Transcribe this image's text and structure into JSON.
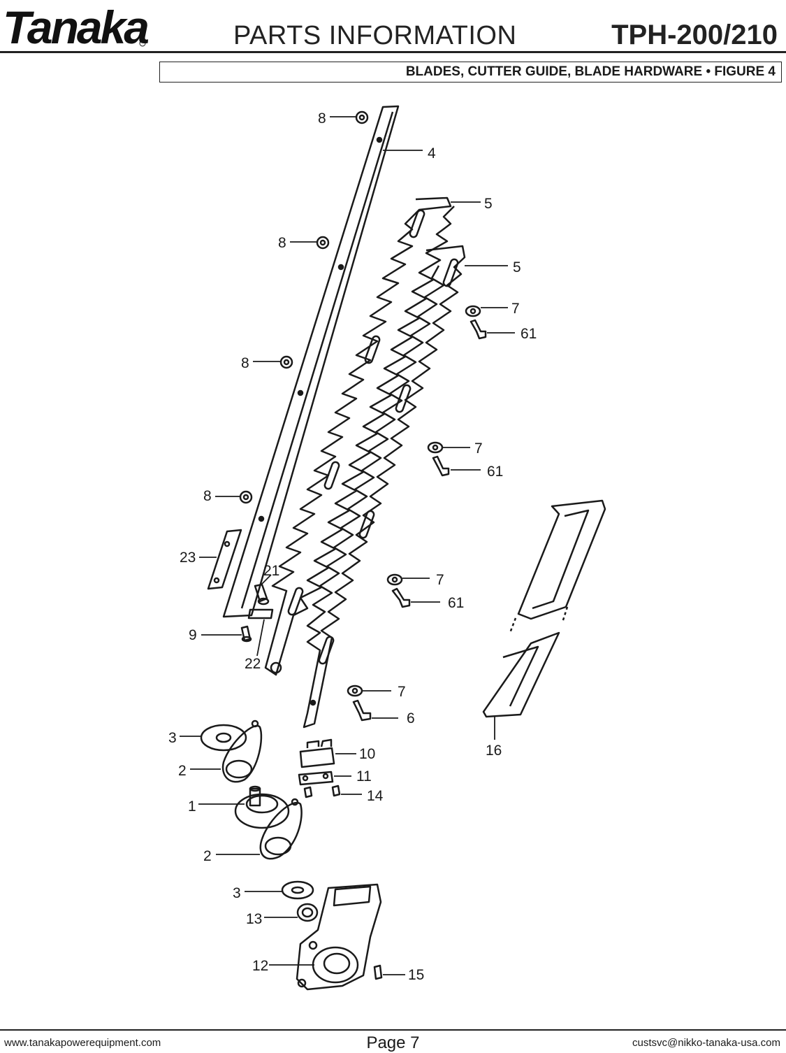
{
  "header": {
    "brand": "Tanaka",
    "title": "PARTS INFORMATION",
    "model": "TPH-200/210",
    "subtitle": "BLADES, CUTTER GUIDE, BLADE HARDWARE  •  FIGURE 4"
  },
  "callouts": {
    "c8a": "8",
    "c4": "4",
    "c5a": "5",
    "c8b": "8",
    "c5b": "5",
    "c7a": "7",
    "c61a": "61",
    "c8c": "8",
    "c7b": "7",
    "c61b": "61",
    "c8d": "8",
    "c23": "23",
    "c21": "21",
    "c7c": "7",
    "c61c": "61",
    "c9": "9",
    "c22": "22",
    "c7d": "7",
    "c6": "6",
    "c16": "16",
    "c3a": "3",
    "c10": "10",
    "c2a": "2",
    "c11": "11",
    "c14": "14",
    "c1": "1",
    "c2b": "2",
    "c3b": "3",
    "c13": "13",
    "c12": "12",
    "c15": "15"
  },
  "footer": {
    "website": "www.tanakapowerequipment.com",
    "page": "Page 7",
    "email": "custsvc@nikko-tanaka-usa.com"
  }
}
